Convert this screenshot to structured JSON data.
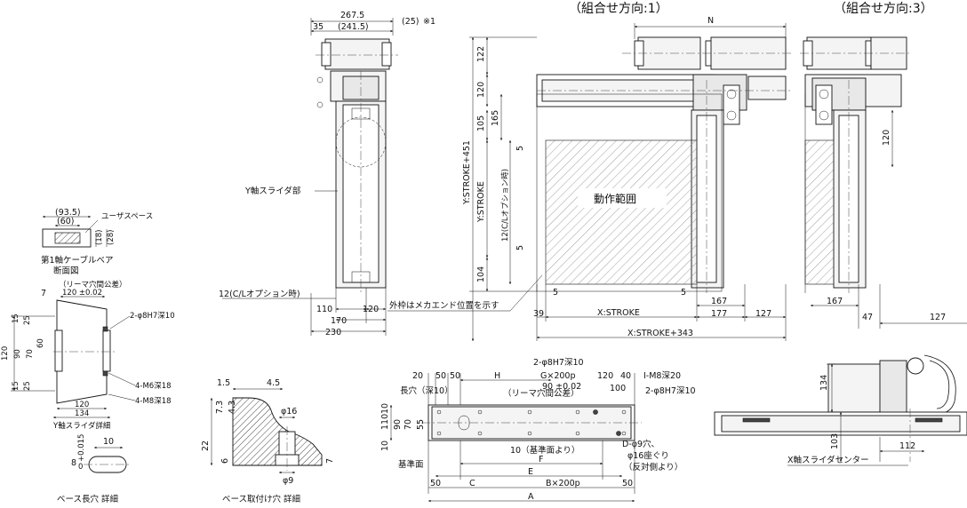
{
  "titles": {
    "combo1": "（組合せ方向:1）",
    "combo3": "（組合せ方向:3）",
    "motion_range": "動作範囲",
    "y_slider_part": "Y軸スライダ部",
    "cable_title_1": "第1軸ケーブルベア",
    "cable_title_2": "断面図",
    "user_space": "ユーザスペース",
    "y_slider_detail": "Y軸スライダ詳細",
    "base_slot_detail": "ベース長穴 詳細",
    "base_mount_detail": "ベース取付け穴 詳細",
    "x_slider_center": "X軸スライダセンター",
    "frame_note": "外枠はメカエンド位置を示す",
    "cl_option": "12(C/Lオプション時)",
    "cl_option_v": "12(C/Lオプション時)",
    "base_ref": "基準面",
    "slot_depth": "長穴（深10）",
    "ream_tol": "（リーマ穴間公差）",
    "ream_tol2": "（リーマ穴間公差）"
  },
  "side_view": {
    "d267_5": "267.5",
    "d241_5": "(241.5)",
    "d25": "(25)",
    "note1": "※1",
    "d35": "35",
    "d110": "110",
    "d120": "120",
    "d170": "170",
    "d230": "230"
  },
  "front_view": {
    "N": "N",
    "d122": "122",
    "d120": "120",
    "d105": "105",
    "d165": "165",
    "d5a": "5",
    "d5b": "5",
    "d104": "104",
    "y_stroke_451": "Y:STROKE+451",
    "y_stroke": "Y:STROKE",
    "d5c": "5",
    "d5d": "5",
    "d39": "39",
    "x_stroke": "X:STROKE",
    "d167": "167",
    "d177": "177",
    "d127": "127",
    "x_stroke_343": "X:STROKE+343"
  },
  "right_view": {
    "d120": "120",
    "d167": "167",
    "d47": "47",
    "d127": "127"
  },
  "cable_section": {
    "d93_5": "(93.5)",
    "d60": "(60)",
    "d18": "(18)",
    "d28": "(28)"
  },
  "y_slider_detail": {
    "d7": "7",
    "d120_tol": "120 ±0.02",
    "d15a": "15",
    "d25a": "25",
    "d120": "120",
    "d90": "90",
    "d70": "70",
    "d60": "60",
    "d15b": "15",
    "d25b": "25",
    "d120b": "120",
    "d134": "134",
    "pin": "2-φ8H7深10",
    "m6": "4-M6深18",
    "m8": "4-M8深18"
  },
  "slot_detail": {
    "d10": "10",
    "d8": "8",
    "tol": "+0.015",
    "tol0": "0"
  },
  "mount_detail": {
    "d1_5": "1.5",
    "d4_5": "4.5",
    "d7_3": "7.3",
    "d4_3": "4.3",
    "phi16": "φ16",
    "d22": "22",
    "d6": "6",
    "d7": "7",
    "phi9": "φ9"
  },
  "base_plan": {
    "d20": "20",
    "d50a": "50",
    "d50b": "50",
    "H": "H",
    "pin_top": "2-φ8H7深10",
    "G": "G×200p",
    "d120": "120",
    "d40": "40",
    "I": "I-M8深20",
    "d90_tol": "90 ±0.02",
    "d100": "100",
    "pin_right": "2-φ8H7深10",
    "d110": "110",
    "d90": "90",
    "d70": "70",
    "d55": "55",
    "d10a": "10",
    "d10b": "10",
    "ref10": "10（基準面より）",
    "holeD": "D-φ9穴、",
    "spot": "φ16座ぐり",
    "back": "（反対側より）",
    "F": "F",
    "E": "E",
    "d50c": "50",
    "C": "C",
    "B": "B×200p",
    "d50d": "50",
    "A": "A"
  },
  "end_view": {
    "d134": "134",
    "d103": "103",
    "d112": "112"
  }
}
